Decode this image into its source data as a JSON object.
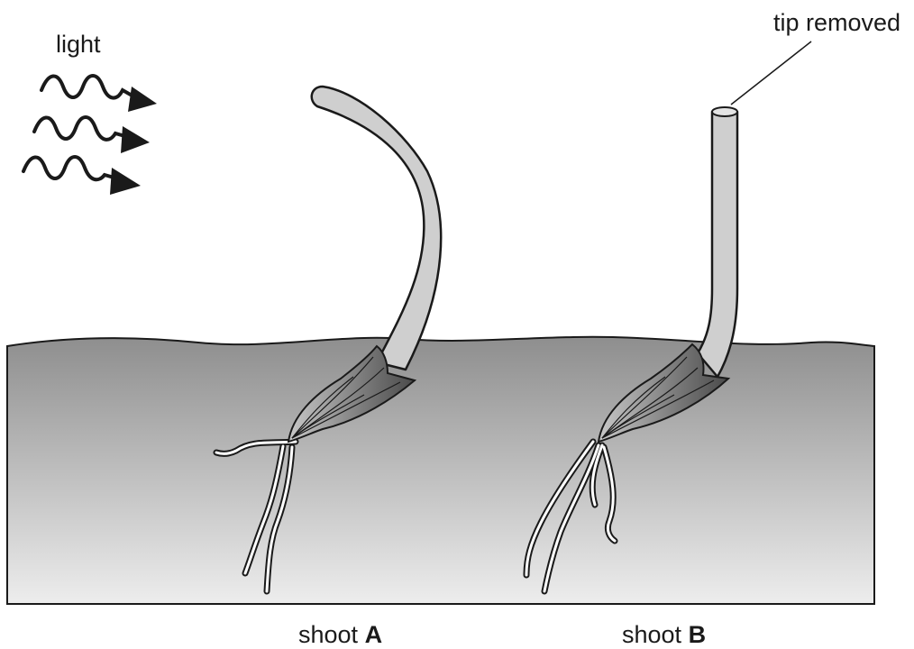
{
  "labels": {
    "light": "light",
    "tip_removed": "tip removed",
    "shoot_a_prefix": "shoot ",
    "shoot_a_letter": "A",
    "shoot_b_prefix": "shoot ",
    "shoot_b_letter": "B"
  },
  "colors": {
    "soil_top": "#8e8e8e",
    "soil_bottom": "#ededed",
    "shoot_fill": "#cfcfcf",
    "seed_dark": "#5a5a5a",
    "seed_light": "#c8c8c8",
    "outline": "#1a1a1a"
  }
}
